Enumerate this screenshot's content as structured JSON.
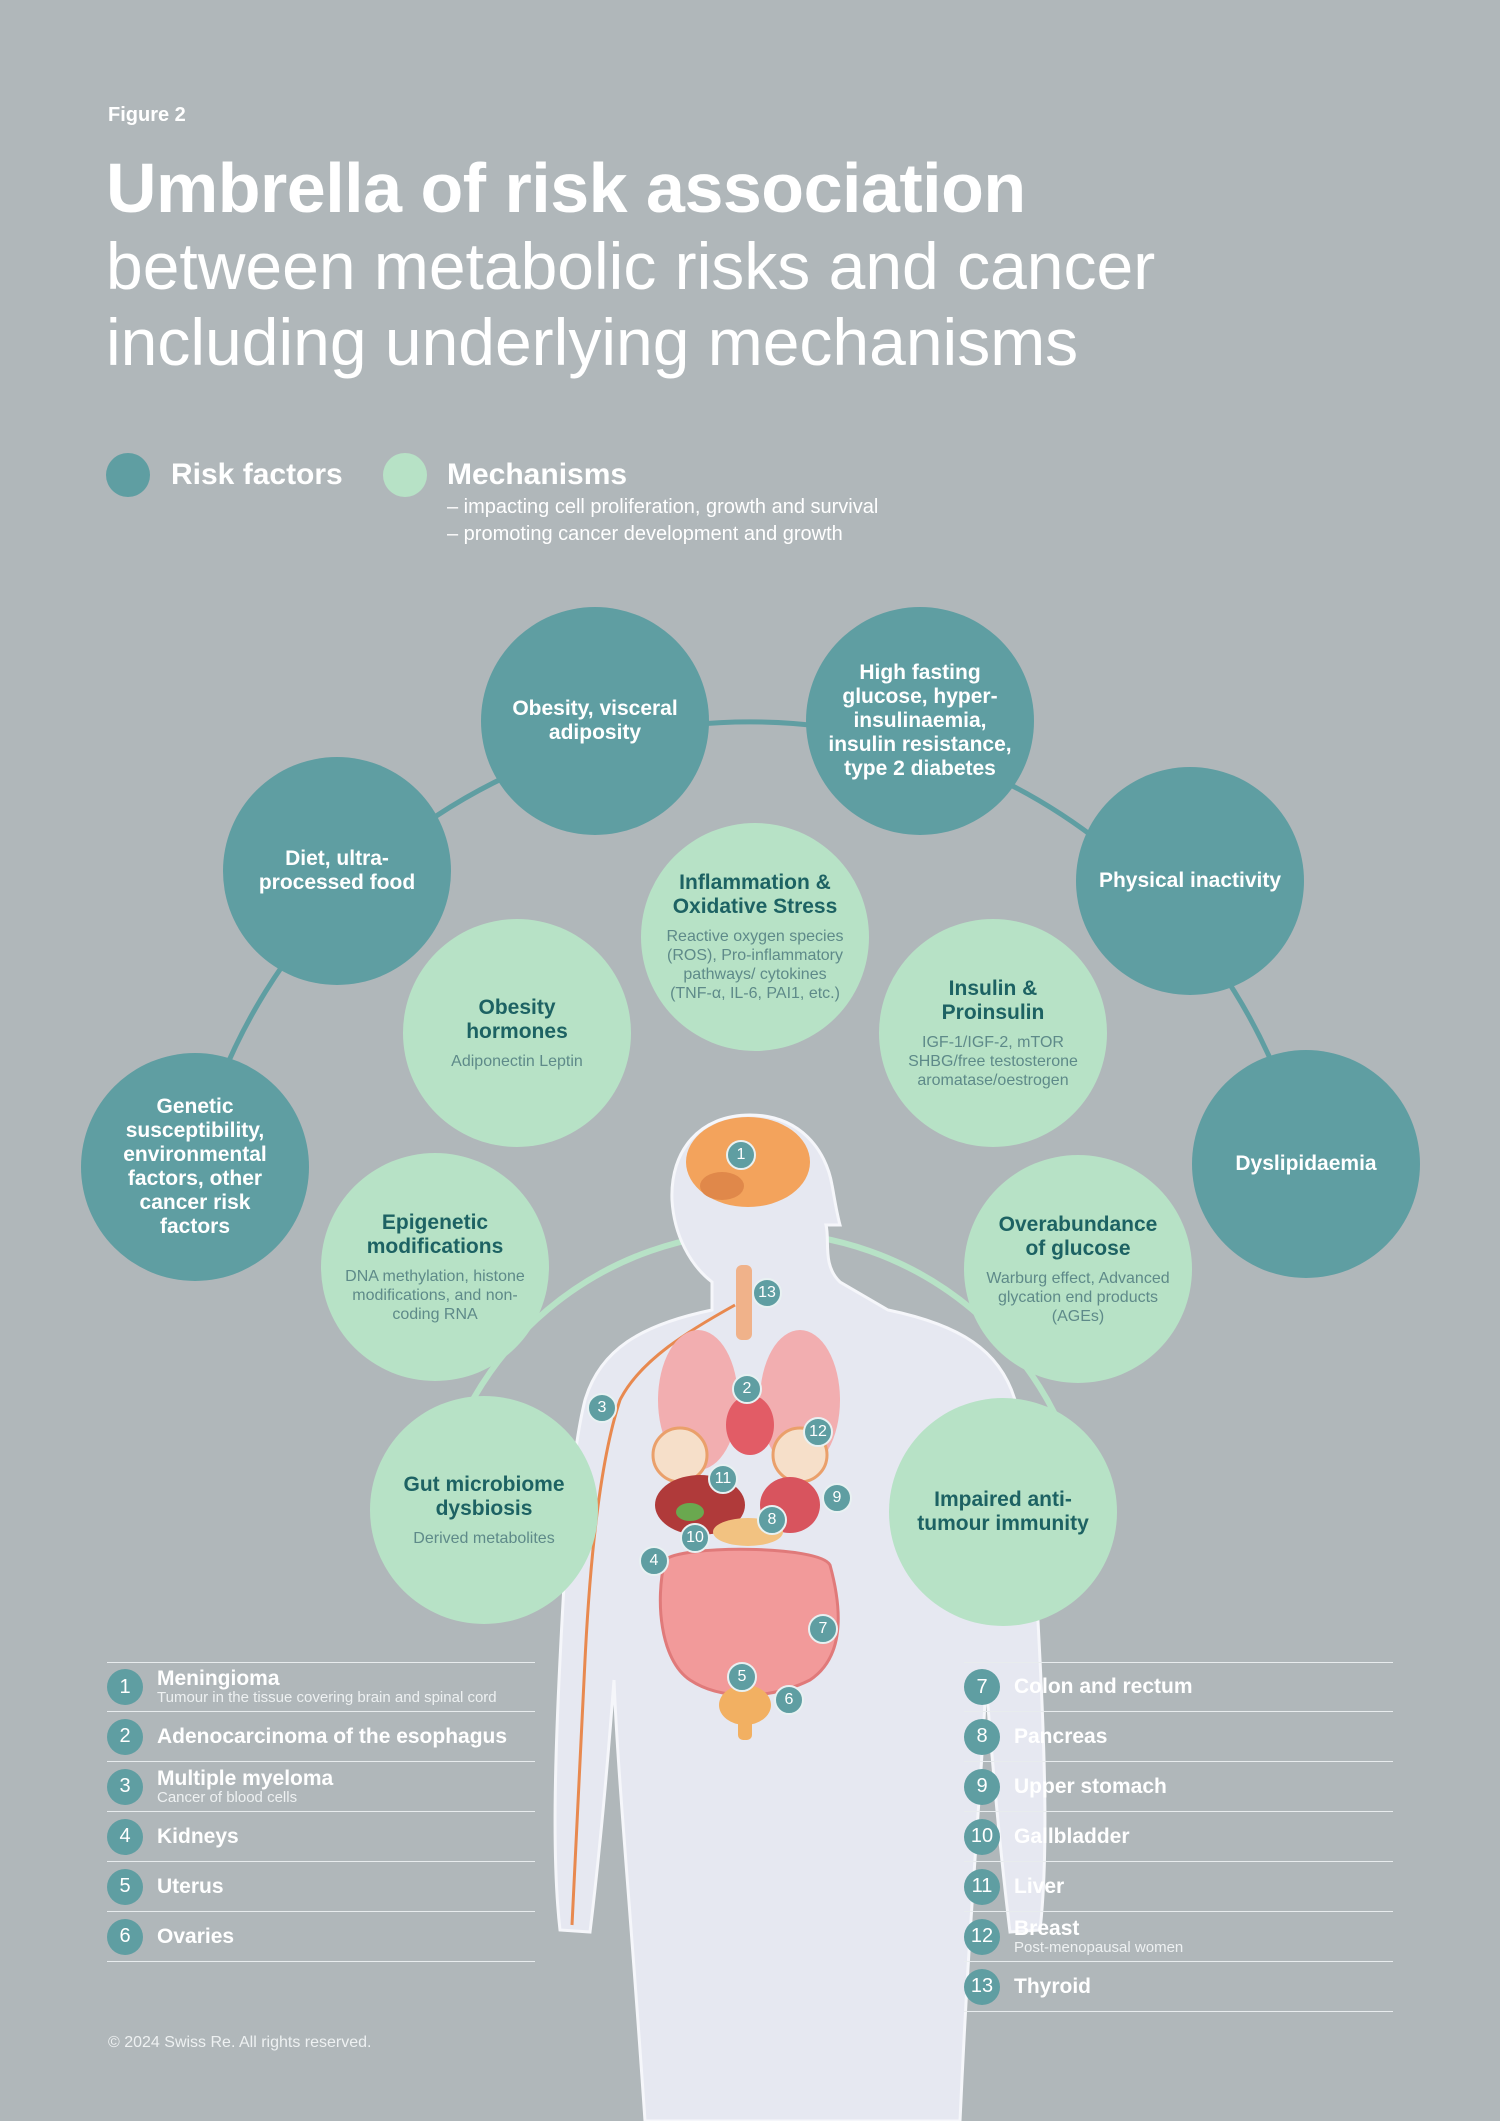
{
  "figure_label": "Figure 2",
  "title_bold": "Umbrella of risk association",
  "title_light": "between metabolic risks and cancer including underlying mechanisms",
  "legend": {
    "risk_label": "Risk factors",
    "mech_label": "Mechanisms",
    "mech_sub1": "– impacting cell proliferation, growth and survival",
    "mech_sub2": "– promoting cancer development and growth",
    "colors": {
      "risk": "#5f9ea2",
      "mechanism": "#b7e2c6"
    }
  },
  "risk_factors": [
    {
      "label": "Genetic susceptibility, environmental factors, other cancer risk factors"
    },
    {
      "label": "Diet, ultra-processed food"
    },
    {
      "label": "Obesity, visceral adiposity"
    },
    {
      "label": "High fasting glucose, hyper-insulinaemia, insulin resistance, type 2 diabetes"
    },
    {
      "label": "Physical inactivity"
    },
    {
      "label": "Dyslipidaemia"
    }
  ],
  "mechanisms": [
    {
      "title": "Gut microbiome dysbiosis",
      "sub": "Derived metabolites"
    },
    {
      "title": "Epigenetic modifications",
      "sub": "DNA methylation, histone modifications, and non-coding RNA"
    },
    {
      "title": "Obesity hormones",
      "sub": "Adiponectin Leptin"
    },
    {
      "title": "Inflammation & Oxidative Stress",
      "sub": "Reactive oxygen species (ROS), Pro-inflammatory pathways/ cytokines (TNF-α, IL-6, PAI1, etc.)"
    },
    {
      "title": "Insulin & Proinsulin",
      "sub": "IGF-1/IGF-2, mTOR SHBG/free testosterone aromatase/oestrogen"
    },
    {
      "title": "Overabundance of glucose",
      "sub": "Warburg effect, Advanced glycation end products (AGEs)"
    },
    {
      "title": "Impaired anti-tumour immunity",
      "sub": ""
    }
  ],
  "cancers_left": [
    {
      "num": "1",
      "name": "Meningioma",
      "sub": "Tumour in the tissue covering brain and spinal cord"
    },
    {
      "num": "2",
      "name": "Adenocarcinoma of the esophagus",
      "sub": ""
    },
    {
      "num": "3",
      "name": "Multiple myeloma",
      "sub": "Cancer of blood cells"
    },
    {
      "num": "4",
      "name": "Kidneys",
      "sub": ""
    },
    {
      "num": "5",
      "name": "Uterus",
      "sub": ""
    },
    {
      "num": "6",
      "name": "Ovaries",
      "sub": ""
    }
  ],
  "cancers_right": [
    {
      "num": "7",
      "name": "Colon and rectum",
      "sub": ""
    },
    {
      "num": "8",
      "name": "Pancreas",
      "sub": ""
    },
    {
      "num": "9",
      "name": "Upper stomach",
      "sub": ""
    },
    {
      "num": "10",
      "name": "Gallbladder",
      "sub": ""
    },
    {
      "num": "11",
      "name": "Liver",
      "sub": ""
    },
    {
      "num": "12",
      "name": "Breast",
      "sub": "Post-menopausal women"
    },
    {
      "num": "13",
      "name": "Thyroid",
      "sub": ""
    }
  ],
  "organ_markers": [
    "1",
    "2",
    "3",
    "4",
    "5",
    "6",
    "7",
    "8",
    "9",
    "10",
    "11",
    "12",
    "13"
  ],
  "copyright": "© 2024 Swiss Re. All rights reserved."
}
